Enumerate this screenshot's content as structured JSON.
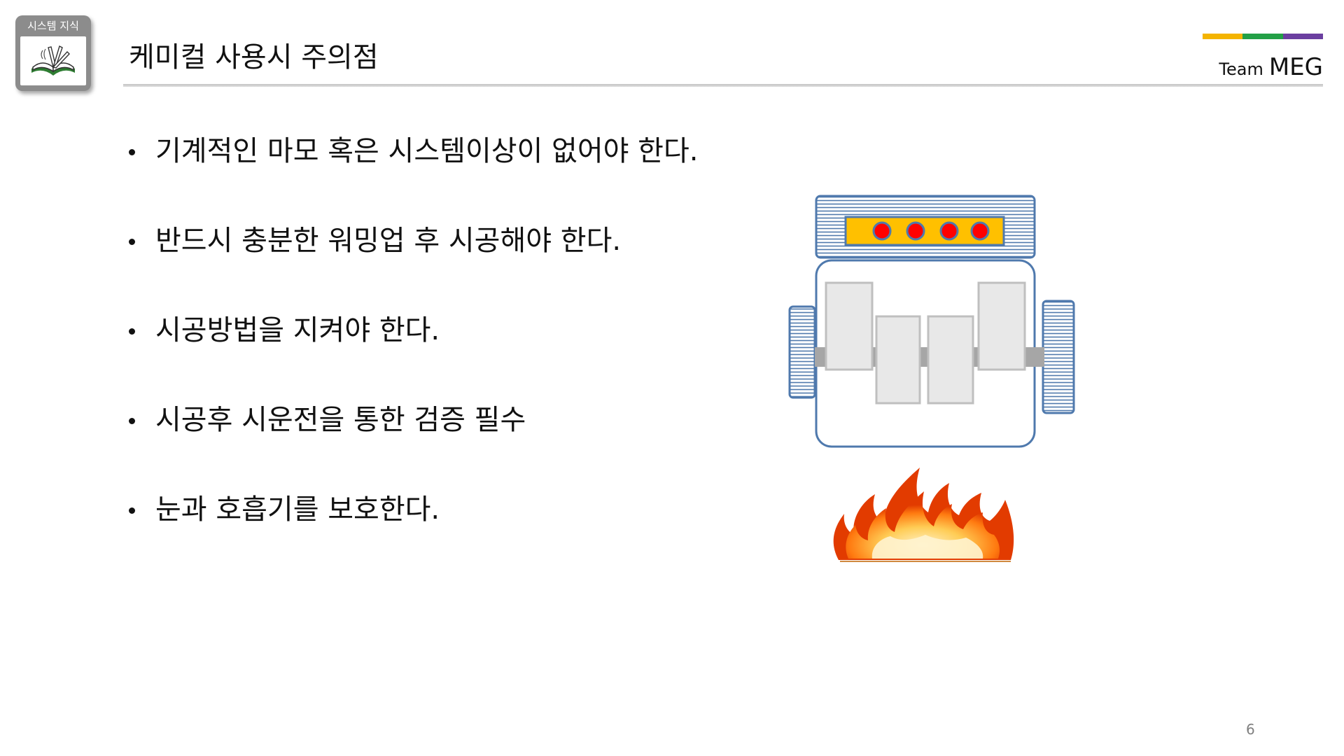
{
  "badge": {
    "label": "시스템 지식",
    "icon": "open-book-icon"
  },
  "slide": {
    "title": "케미컬 사용시 주의점",
    "brand_team": "Team",
    "brand_name": "MEG",
    "brand_colors": [
      "#f4b400",
      "#23a046",
      "#6b3fa0"
    ],
    "page_number": "6"
  },
  "bullets": [
    "기계적인 마모 혹은 시스템이상이 없어야 한다.",
    "반드시 충분한 워밍업 후 시공해야 한다.",
    "시공방법을 지켜야 한다.",
    "시공후 시운전을 통한 검증 필수",
    "눈과 호흡기를 보호한다."
  ],
  "illustration": {
    "icon": "engine-over-fire-icon",
    "colors": {
      "outline": "#4f79ad",
      "indicator_panel": "#ffc000",
      "indicator_lights": "#ff0000",
      "piston_fill": "#e8e8e8",
      "shaft": "#a6a6a6"
    }
  }
}
